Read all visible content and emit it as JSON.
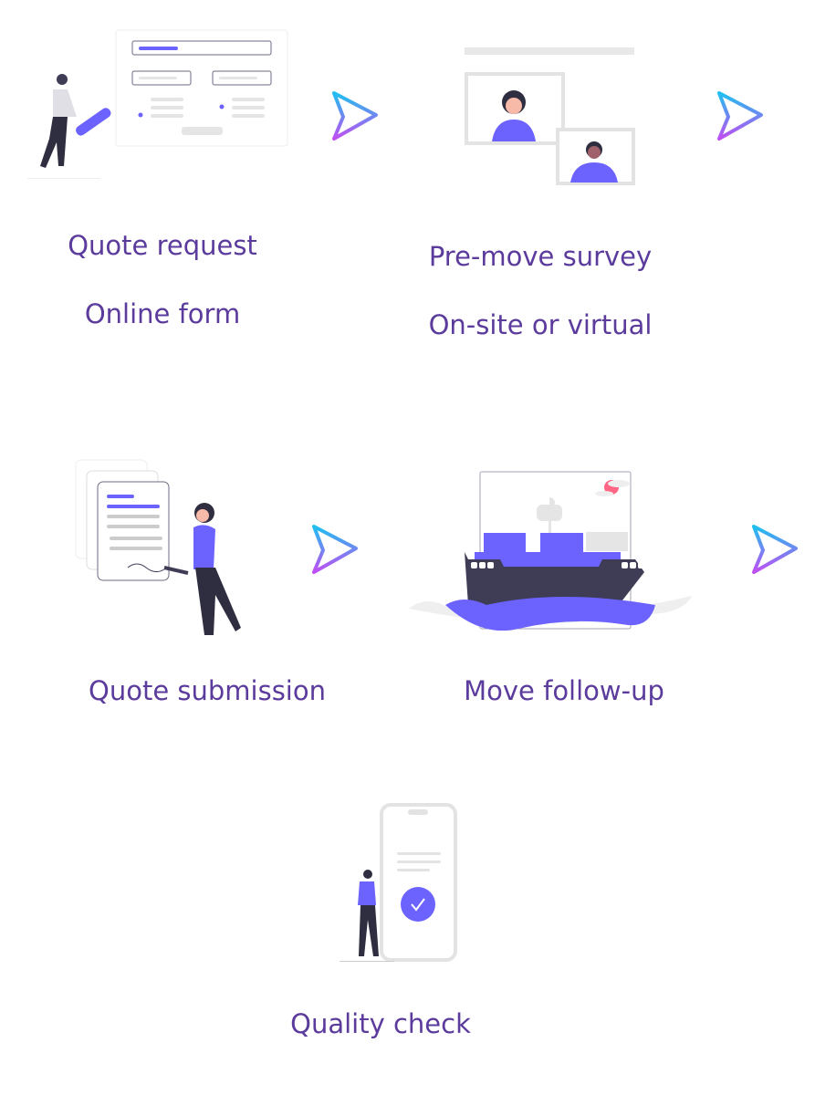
{
  "steps": [
    {
      "title": "Quote request",
      "subtitle": "Online form",
      "icon": "online-form-illustration"
    },
    {
      "title": "Pre-move survey",
      "subtitle": "On-site or virtual",
      "icon": "video-call-illustration"
    },
    {
      "title": "Quote submission",
      "icon": "signing-document-illustration"
    },
    {
      "title": "Move follow-up",
      "icon": "cargo-ship-illustration"
    },
    {
      "title": "Quality check",
      "icon": "phone-check-illustration"
    }
  ],
  "colors": {
    "text": "#5b3b9c",
    "accent": "#6c63ff",
    "dark": "#3f3d56",
    "arrow_top": "#1fc0f0",
    "arrow_bottom": "#c04ff2"
  }
}
